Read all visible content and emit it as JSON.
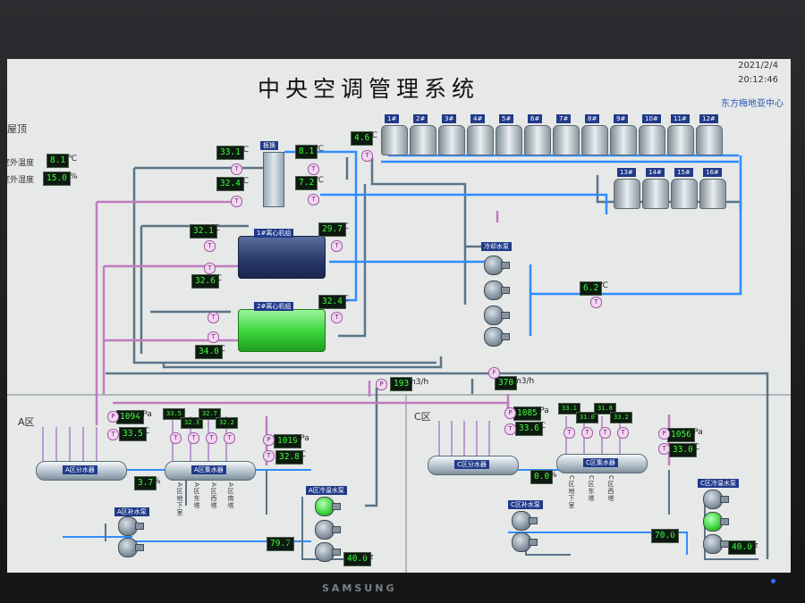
{
  "header": {
    "title": "中央空调管理系统",
    "date": "2021/2/4",
    "time": "20:12:46",
    "org": "东方梅地亚中心"
  },
  "roof": {
    "label": "屋顶",
    "outdoor_temp_label": "室外温度",
    "outdoor_temp_value": "8.1",
    "outdoor_temp_unit": "℃",
    "outdoor_humidity_label": "室外湿度",
    "outdoor_humidity_value": "15.0",
    "outdoor_humidity_unit": "%"
  },
  "units": {
    "celsius": "℃",
    "kpa": "kPa",
    "flow": "m3/h",
    "percent": "%",
    "hz": "Hz",
    "sensor_t": "T",
    "sensor_p": "P",
    "sensor_f": "F"
  },
  "plate_hx": {
    "label": "板换",
    "left_top": "33.1",
    "right_top": "8.1",
    "left_bottom": "32.4",
    "right_bottom": "7.2"
  },
  "cooling_tower": {
    "inlet_temp": "4.6",
    "towers_row1": [
      "1#",
      "2#",
      "3#",
      "4#",
      "5#",
      "6#",
      "7#",
      "8#",
      "9#",
      "10#",
      "11#",
      "12#"
    ],
    "towers_row2": [
      "13#",
      "14#",
      "15#",
      "16#"
    ]
  },
  "chillers": [
    {
      "label": "1#离心机组",
      "left_top": "32.1",
      "right_top": "29.7",
      "left_bottom": "32.6"
    },
    {
      "label": "2#离心机组",
      "right_top": "32.4",
      "left_bottom": "34.0"
    }
  ],
  "cooling_pumps": {
    "label": "冷却水泵",
    "return_temp": "6.2"
  },
  "main_flow": {
    "flow1": "193",
    "flow2": "370"
  },
  "zone_a": {
    "label": "A区",
    "pressure": "1094",
    "temp": "33.5",
    "manifold_temps": [
      "33.5",
      "32.3",
      "32.7",
      "32.2"
    ],
    "return_pressure": "1019",
    "return_temp": "32.8",
    "supply_manifold": "A区分水器",
    "return_manifold": "A区集水器",
    "valve_open": "3.7",
    "branches": [
      "A区地下室",
      "A区东塔",
      "A区西塔",
      "A区南塔"
    ],
    "makeup_pump": "A区补水泵",
    "circ_pump": "A区冷温水泵",
    "pump_valve": "79.7",
    "freq": "40.0"
  },
  "zone_c": {
    "label": "C区",
    "pressure": "1085",
    "temp": "33.6",
    "manifold_temps": [
      "33.1",
      "31.0",
      "31.8",
      "33.2"
    ],
    "return_pressure": "1056",
    "return_temp": "33.0",
    "supply_manifold": "C区分水器",
    "return_manifold": "C区集水器",
    "valve_open": "0.0",
    "branches": [
      "C区地下室",
      "C区东塔",
      "C区西塔"
    ],
    "makeup_pump": "C区补水泵",
    "circ_pump": "C区冷温水泵",
    "pump_valve": "70.0",
    "freq": "40.0"
  },
  "monitor": {
    "brand": "SAMSUNG"
  },
  "colors": {
    "background": "#e6e9e8",
    "cold_pipe": "#2f8cff",
    "hot_pipe": "#c07cc0",
    "gray_pipe": "#5a7486",
    "value_text": "#40ff40",
    "value_bg": "#0d1a0f",
    "chiller2": "#39d23a"
  }
}
